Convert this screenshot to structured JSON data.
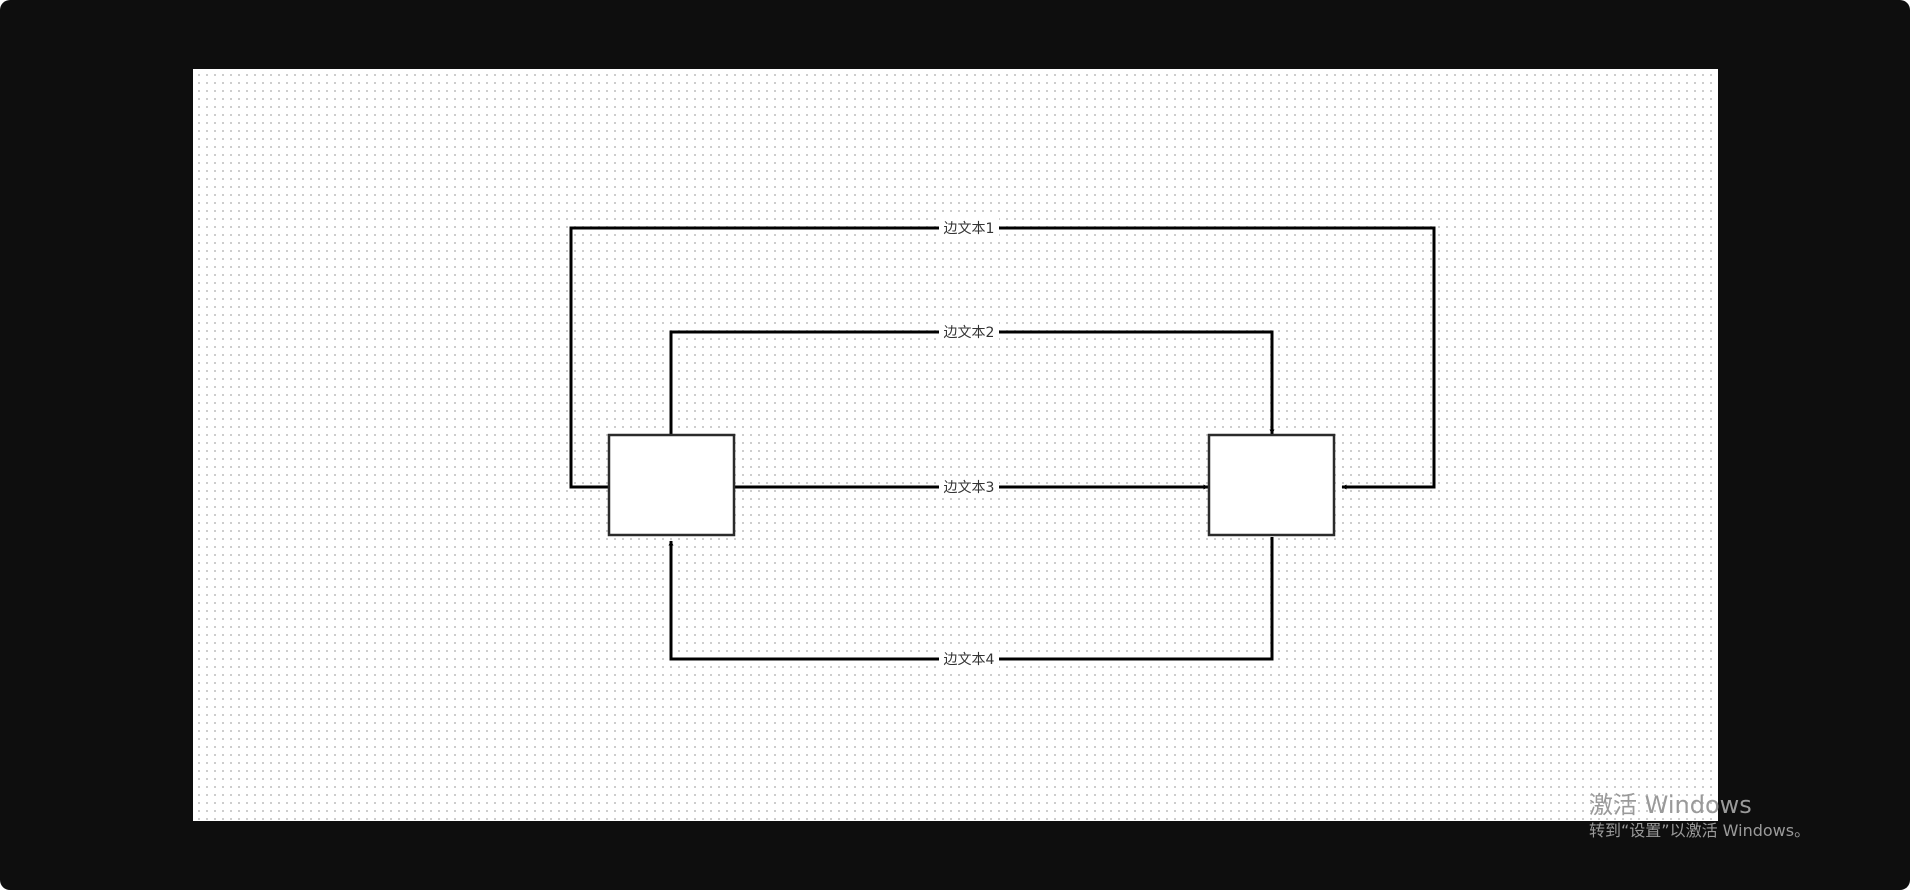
{
  "diagram": {
    "edges": [
      {
        "id": "edge-1",
        "label": "边文本1"
      },
      {
        "id": "edge-2",
        "label": "边文本2"
      },
      {
        "id": "edge-3",
        "label": "边文本3"
      },
      {
        "id": "edge-4",
        "label": "边文本4"
      }
    ]
  },
  "watermark": {
    "title": "激活 Windows",
    "subtitle": "转到“设置”以激活 Windows。"
  },
  "colors": {
    "frame": "#0e0e0e",
    "canvas": "#ffffff",
    "grid_dot": "#c9c9c9",
    "edge": "#000000",
    "node_border": "#2b2b2b"
  }
}
